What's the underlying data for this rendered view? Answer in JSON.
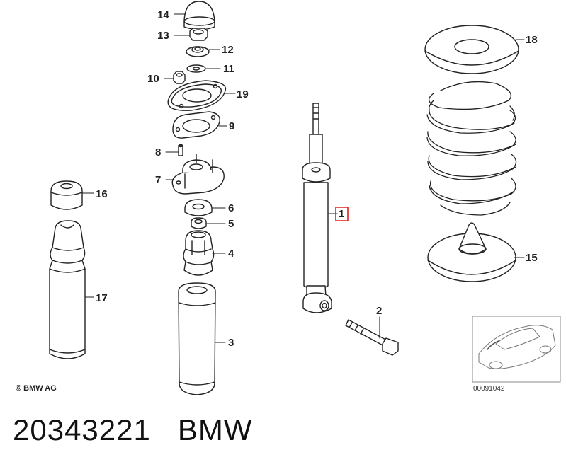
{
  "diagram": {
    "callouts": {
      "p14": "14",
      "p13": "13",
      "p12": "12",
      "p11": "11",
      "p10": "10",
      "p19": "19",
      "p9": "9",
      "p8": "8",
      "p7": "7",
      "p6": "6",
      "p5": "5",
      "p4": "4",
      "p3": "3",
      "p16": "16",
      "p17": "17",
      "p1": "1",
      "p2": "2",
      "p18": "18",
      "p15": "15"
    },
    "highlighted_part": "1",
    "highlight_color": "#e02020",
    "copyright": "© BMW AG",
    "image_number": "00091042"
  },
  "caption": {
    "part_number": "20343221",
    "brand": "BMW"
  }
}
